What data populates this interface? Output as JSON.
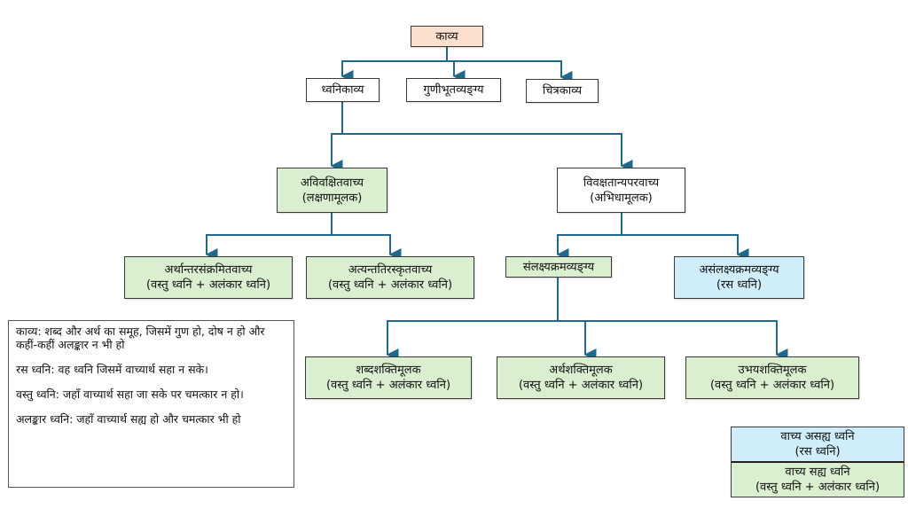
{
  "colors": {
    "line": "#1f6a8c",
    "peach": "#fbe0d0",
    "green": "#d9efcf",
    "blue": "#cfeefa"
  },
  "root": {
    "label": "काव्य"
  },
  "level1": [
    {
      "label": "ध्वनिकाव्य"
    },
    {
      "label": "गुणीभूतव्यङ्ग्य"
    },
    {
      "label": "चित्रकाव्य"
    }
  ],
  "level2": [
    {
      "label": "अविवक्षितवाच्य",
      "sub": "(लक्षणामूलक)"
    },
    {
      "label": "विवक्षतान्यपरवाच्य",
      "sub": "(अभिधामूलक)"
    }
  ],
  "level3": [
    {
      "label": "अर्थान्तरसंक्रमितवाच्य",
      "sub": "(वस्तु ध्वनि + अलंकार ध्वनि)"
    },
    {
      "label": "अत्यन्ततिरस्कृतवाच्य",
      "sub": "(वस्तु ध्वनि + अलंकार ध्वनि)"
    },
    {
      "label": "संलक्ष्यक्रमव्यङ्ग्य"
    },
    {
      "label": "असंलक्ष्यक्रमव्यङ्ग्य",
      "sub": "(रस ध्वनि)"
    }
  ],
  "level4": [
    {
      "label": "शब्दशक्तिमूलक",
      "sub": "(वस्तु ध्वनि + अलंकार ध्वनि)"
    },
    {
      "label": "अर्थशक्तिमूलक",
      "sub": "(वस्तु ध्वनि + अलंकार ध्वनि)"
    },
    {
      "label": "उभयशक्तिमूलक",
      "sub": "(वस्तु ध्वनि +  अलंकार ध्वनि)"
    }
  ],
  "notes": [
    "काव्य: शब्द और अर्थ का समूह, जिसमें गुण हो, दोष न हो और कहीं-कहीं अलङ्कार न भी हो",
    "रस ध्वनि: वह ध्वनि जिसमें वाच्यार्थ सहा न सके।",
    "वस्तु ध्वनि: जहाँ वाच्यार्थ सहा जा सके पर चमत्कार न हो।",
    "अलङ्कार ध्वनि: जहाँ वाच्यार्थ सह्य हो और चमत्कार भी हो"
  ],
  "legend": [
    {
      "label": "वाच्य असह्य ध्वनि",
      "sub": "(रस ध्वनि)"
    },
    {
      "label": "वाच्य सह्य ध्वनि",
      "sub": "(वस्तु ध्वनि + अलंकार ध्वनि)"
    }
  ]
}
